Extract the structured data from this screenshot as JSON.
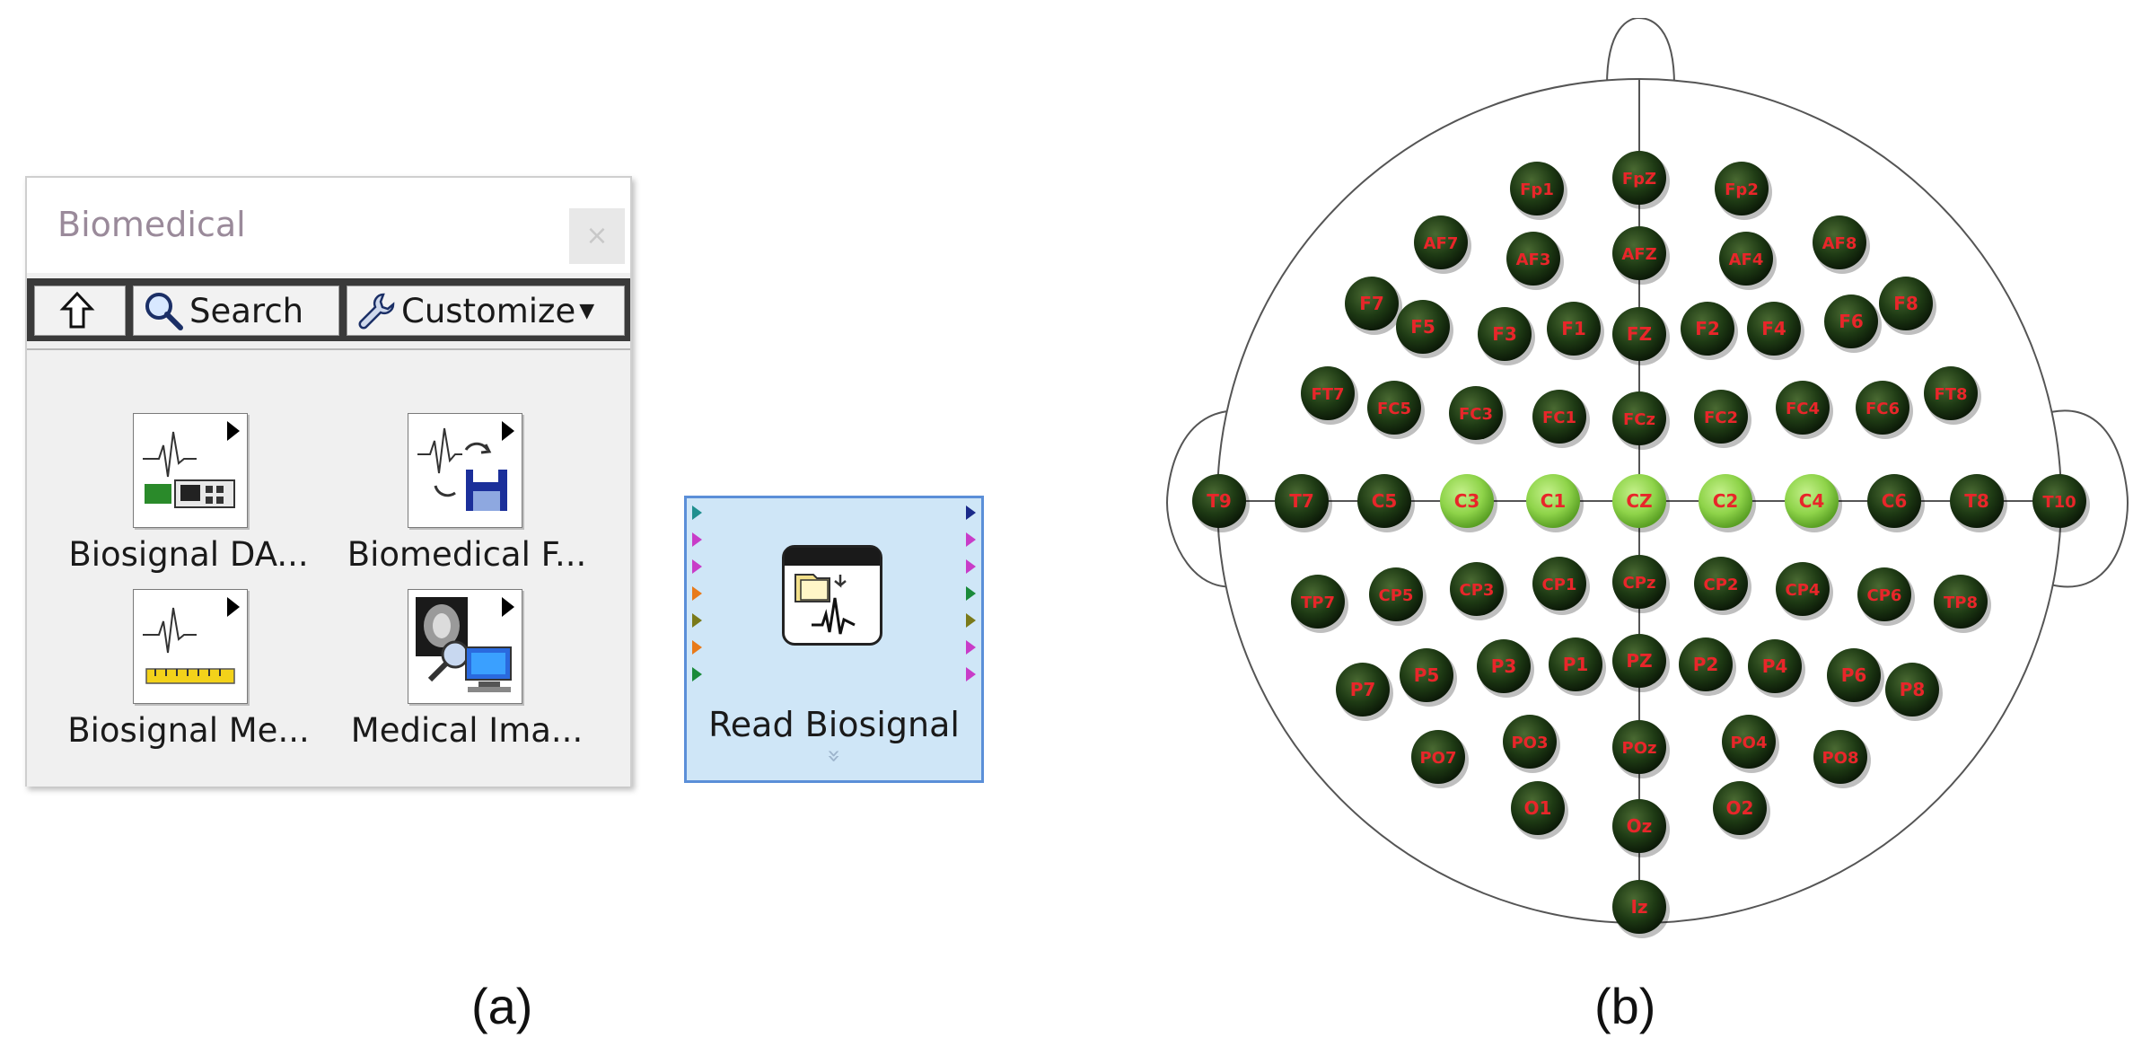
{
  "palette": {
    "title": "Biomedical",
    "close_label": "×",
    "toolbar": {
      "up_icon": "up-arrow-icon",
      "search_label": "Search",
      "customize_label": "Customize"
    },
    "items": [
      {
        "label": "Biosignal DA...",
        "icon": "biosignal-daq-icon"
      },
      {
        "label": "Biomedical F...",
        "icon": "biomedical-file-io-icon"
      },
      {
        "label": "Biosignal Me...",
        "icon": "biosignal-measure-icon"
      },
      {
        "label": "Medical Ima...",
        "icon": "medical-imaging-icon"
      }
    ]
  },
  "node": {
    "label": "Read Biosignal",
    "expand_glyph": "»",
    "left_terminal_colors": [
      "#1f8f8f",
      "#c83cc8",
      "#c83cc8",
      "#e87a1a",
      "#7a7a1a",
      "#e87a1a",
      "#1a8a3a"
    ],
    "right_terminal_colors": [
      "#1a2a8a",
      "#c83cc8",
      "#c83cc8",
      "#1a8a3a",
      "#7a7a1a",
      "#c83cc8",
      "#c83cc8"
    ]
  },
  "captions": {
    "a": "(a)",
    "b": "(b)"
  },
  "head_map": {
    "colors": {
      "electrode": "#1e3a14",
      "electrode_highlight": "#8fd44a",
      "label": "#e8262a",
      "outline": "#555555"
    },
    "electrodes": [
      {
        "label": "Fp1",
        "highlight": false
      },
      {
        "label": "FpZ",
        "highlight": false
      },
      {
        "label": "Fp2",
        "highlight": false
      },
      {
        "label": "AF7",
        "highlight": false
      },
      {
        "label": "AF3",
        "highlight": false
      },
      {
        "label": "AFZ",
        "highlight": false
      },
      {
        "label": "AF4",
        "highlight": false
      },
      {
        "label": "AF8",
        "highlight": false
      },
      {
        "label": "F7",
        "highlight": false
      },
      {
        "label": "F5",
        "highlight": false
      },
      {
        "label": "F3",
        "highlight": false
      },
      {
        "label": "F1",
        "highlight": false
      },
      {
        "label": "FZ",
        "highlight": false
      },
      {
        "label": "F2",
        "highlight": false
      },
      {
        "label": "F4",
        "highlight": false
      },
      {
        "label": "F6",
        "highlight": false
      },
      {
        "label": "F8",
        "highlight": false
      },
      {
        "label": "FT7",
        "highlight": false
      },
      {
        "label": "FC5",
        "highlight": false
      },
      {
        "label": "FC3",
        "highlight": false
      },
      {
        "label": "FC1",
        "highlight": false
      },
      {
        "label": "FCz",
        "highlight": false
      },
      {
        "label": "FC2",
        "highlight": false
      },
      {
        "label": "FC4",
        "highlight": false
      },
      {
        "label": "FC6",
        "highlight": false
      },
      {
        "label": "FT8",
        "highlight": false
      },
      {
        "label": "T9",
        "highlight": false
      },
      {
        "label": "T7",
        "highlight": false
      },
      {
        "label": "C5",
        "highlight": false
      },
      {
        "label": "C3",
        "highlight": true
      },
      {
        "label": "C1",
        "highlight": true
      },
      {
        "label": "CZ",
        "highlight": true
      },
      {
        "label": "C2",
        "highlight": true
      },
      {
        "label": "C4",
        "highlight": true
      },
      {
        "label": "C6",
        "highlight": false
      },
      {
        "label": "T8",
        "highlight": false
      },
      {
        "label": "T10",
        "highlight": false
      },
      {
        "label": "TP7",
        "highlight": false
      },
      {
        "label": "CP5",
        "highlight": false
      },
      {
        "label": "CP3",
        "highlight": false
      },
      {
        "label": "CP1",
        "highlight": false
      },
      {
        "label": "CPz",
        "highlight": false
      },
      {
        "label": "CP2",
        "highlight": false
      },
      {
        "label": "CP4",
        "highlight": false
      },
      {
        "label": "CP6",
        "highlight": false
      },
      {
        "label": "TP8",
        "highlight": false
      },
      {
        "label": "P7",
        "highlight": false
      },
      {
        "label": "P5",
        "highlight": false
      },
      {
        "label": "P3",
        "highlight": false
      },
      {
        "label": "P1",
        "highlight": false
      },
      {
        "label": "PZ",
        "highlight": false
      },
      {
        "label": "P2",
        "highlight": false
      },
      {
        "label": "P4",
        "highlight": false
      },
      {
        "label": "P6",
        "highlight": false
      },
      {
        "label": "P8",
        "highlight": false
      },
      {
        "label": "PO7",
        "highlight": false
      },
      {
        "label": "PO3",
        "highlight": false
      },
      {
        "label": "POz",
        "highlight": false
      },
      {
        "label": "PO4",
        "highlight": false
      },
      {
        "label": "PO8",
        "highlight": false
      },
      {
        "label": "O1",
        "highlight": false
      },
      {
        "label": "Oz",
        "highlight": false
      },
      {
        "label": "O2",
        "highlight": false
      },
      {
        "label": "Iz",
        "highlight": false
      }
    ]
  }
}
